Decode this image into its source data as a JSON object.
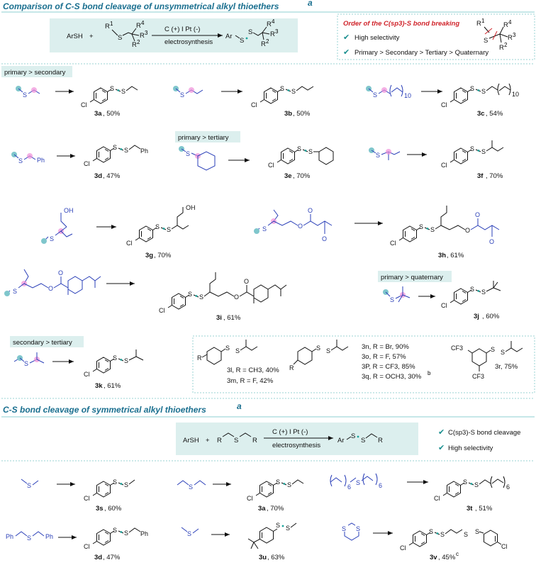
{
  "section1": {
    "title": "Comparison of C-S bond cleavage of unsymmetrical alkyl thioethers",
    "title_sup": "a",
    "scheme": {
      "reagent": "ArSH",
      "plus": "+",
      "cond_top": "C (+) I Pt (-)",
      "cond_bot": "electrosynthesis",
      "r1": "R",
      "r1s": "1",
      "r2": "R",
      "r2s": "2",
      "r3": "R",
      "r3s": "3",
      "r4": "R",
      "r4s": "4",
      "s": "S",
      "ar": "Ar"
    },
    "order": {
      "title": "Order of the C(sp3)-S bond breaking",
      "item1": "High selectivity",
      "item2": "Primary > Secondary > Tertiary > Quaternary"
    },
    "tags": {
      "ps": "primary > secondary",
      "pt": "primary > tertiary",
      "pq": "primary > quaternary",
      "st": "secondary > tertiary"
    },
    "products": [
      {
        "id": "3a",
        "yield": ", 50%"
      },
      {
        "id": "3b",
        "yield": ", 50%"
      },
      {
        "id": "3c",
        "yield": ", 54%"
      },
      {
        "id": "3d",
        "yield": ", 47%"
      },
      {
        "id": "3e",
        "yield": ", 70%"
      },
      {
        "id": "3f",
        "yield": ", 70%"
      },
      {
        "id": "3g",
        "yield": ", 70%"
      },
      {
        "id": "3h",
        "yield": ", 61%"
      },
      {
        "id": "3i",
        "yield": ", 61%"
      },
      {
        "id": "3j",
        "yield": ", 60%"
      },
      {
        "id": "3k",
        "yield": ", 61%"
      }
    ],
    "subs": {
      "l": "3l, R = CH3, 40%",
      "m": "3m, R = F, 42%",
      "n": "3n, R = Br, 90%",
      "o": "3o, R = F, 57%",
      "p": "3P, R = CF3, 85%",
      "q": "3q, R = OCH3, 30%",
      "q_sup": "b",
      "r": "3r, 75%"
    }
  },
  "section2": {
    "title": "C-S bond cleavage of symmetrical alkyl thioethers",
    "title_sup": "a",
    "scheme": {
      "reagent": "ArSH",
      "plus": "+",
      "cond_top": "C (+) I Pt (-)",
      "cond_bot": "electrosynthesis"
    },
    "checks": {
      "item1": "C(sp3)-S bond cleavage",
      "item2": "High selectivity"
    },
    "products": [
      {
        "id": "3s",
        "yield": ", 60%"
      },
      {
        "id": "3a",
        "yield": ", 70%"
      },
      {
        "id": "3t",
        "yield": ", 51%"
      },
      {
        "id": "3d",
        "yield": ", 47%"
      },
      {
        "id": "3u",
        "yield": ", 63%"
      },
      {
        "id": "3v",
        "yield": ", 45%",
        "sup": "c"
      }
    ]
  },
  "atoms": {
    "S": "S",
    "Cl": "Cl",
    "Ph": "Ph",
    "OH": "OH",
    "O": "O",
    "R": "R",
    "CF3": "CF3",
    "n10": "10",
    "n6": "6"
  }
}
